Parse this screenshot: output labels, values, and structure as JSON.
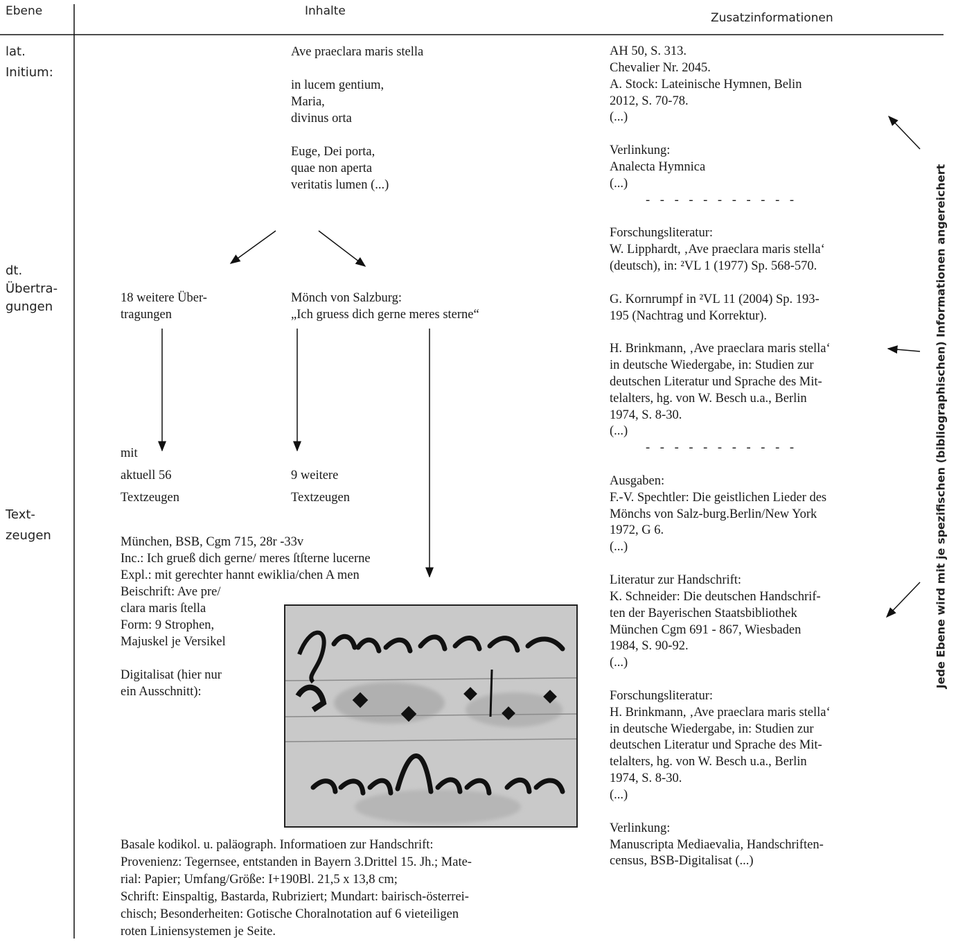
{
  "header": {
    "col_level": "Ebene",
    "col_content": "Inhalte",
    "col_additional": "Zusatzinformationen"
  },
  "levels": {
    "latin_l1": "lat.",
    "latin_l2": "Initium:",
    "german_l1": "dt.",
    "german_l2": "Übertra-",
    "german_l3": "gungen",
    "witness_l1": "Text-",
    "witness_l2": "zeugen"
  },
  "latin": {
    "lines": [
      "Ave praeclara maris stella",
      "",
      "in lucem gentium,",
      "Maria,",
      "divinus orta",
      "",
      "Euge, Dei porta,",
      "quae non aperta",
      "veritatis lumen (...)"
    ]
  },
  "translations": {
    "left": [
      "18 weitere Über-",
      "tragungen"
    ],
    "right": [
      "Mönch von Salzburg:",
      "„Ich gruess dich gerne meres sterne“"
    ],
    "left_witnesses": [
      "mit",
      "aktuell 56",
      "Textzeugen"
    ],
    "right_witnesses": [
      "9 weitere",
      "Textzeugen"
    ]
  },
  "manuscript": {
    "lines": [
      "München, BSB, Cgm 715, 28r -33v",
      "Inc.: Ich grueß dich gerne/ meres ſtſterne lucerne",
      "Expl.: mit gerechter hannt ewiklia/chen A men"
    ],
    "side_lines": [
      "Beischrift: Ave pre/",
      "clara maris ſtella",
      "Form: 9 Strophen,",
      "Majuskel je Versikel",
      "",
      "Digitalisat (hier nur",
      "ein Ausschnitt):"
    ],
    "image_alt": "Digitalisat-Ausschnitt",
    "info_lines": [
      "Basale kodikol. u. paläograph. Informatioen zur Handschrift:",
      "Provenienz: Tegernsee, entstanden in Bayern 3.Drittel 15. Jh.; Mate-",
      "rial: Papier; Umfang/Größe: I+190Bl. 21,5 x 13,8 cm;",
      "Schrift: Einspaltig, Bastarda, Rubriziert; Mundart: bairisch-österrei-",
      "chisch; Besonderheiten: Gotische Choralnotation auf 6 vieteiligen",
      "roten Liniensystemen je Seite."
    ]
  },
  "additional": {
    "lines": [
      "AH 50, S. 313.",
      "Chevalier Nr. 2045.",
      "A. Stock: Lateinische Hymnen, Belin",
      "2012, S. 70-78.",
      "(...)",
      "",
      "Verlinkung:",
      "Analecta Hymnica",
      "(...)",
      "- - - - - - - - - - -",
      "",
      "Forschungsliteratur:",
      "W. Lipphardt, ‚Ave praeclara maris stella‘",
      "(deutsch), in: ²VL 1 (1977) Sp. 568-570.",
      "",
      "G. Kornrumpf in ²VL 11 (2004) Sp. 193-",
      "195 (Nachtrag und Korrektur).",
      "",
      "H. Brinkmann, ‚Ave praeclara maris stella‘",
      "in deutsche Wiedergabe, in: Studien zur",
      "deutschen Literatur und Sprache des Mit-",
      "telalters, hg. von W. Besch u.a., Berlin",
      "1974, S. 8-30.",
      "(...)",
      "- - - - - - - - - - -",
      "",
      "Ausgaben:",
      "F.-V. Spechtler: Die geistlichen Lieder des",
      "Mönchs von Salz-burg.Berlin/New York",
      "1972, G 6.",
      "(...)",
      "",
      "Literatur zur Handschrift:",
      "K. Schneider: Die deutschen Handschrif-",
      "ten der Bayerischen Staatsbibliothek",
      "München Cgm 691 - 867, Wiesbaden",
      "1984, S. 90-92.",
      "(...)",
      "",
      "Forschungsliteratur:",
      "H. Brinkmann, ‚Ave praeclara maris stella‘",
      "in deutsche Wiedergabe, in: Studien zur",
      "deutschen Literatur und Sprache des Mit-",
      "telalters, hg. von W. Besch u.a., Berlin",
      "1974, S. 8-30.",
      "(...)",
      "",
      "Verlinkung:",
      "Manuscripta Mediaevalia, Handschriften-",
      "census, BSB-Digitalisat  (...)"
    ]
  },
  "side_note": "Jede Ebene wird mit je spezifischen (bibliographischen) Informationen angereichert"
}
